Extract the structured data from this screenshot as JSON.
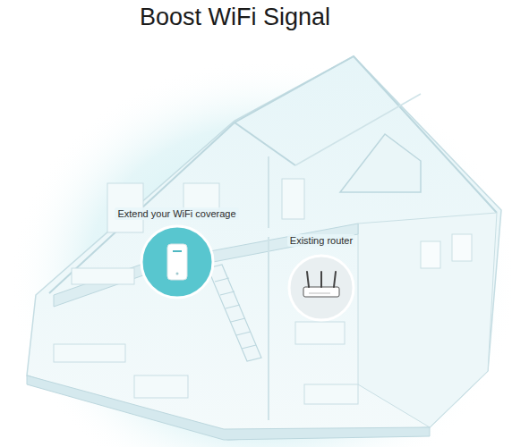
{
  "diagram": {
    "title": "Boost WiFi Signal",
    "nodes": [
      {
        "text": [
          "Extend your WiFi coverage"
        ]
      },
      {
        "text": [
          "Existing router"
        ]
      }
    ]
  }
}
